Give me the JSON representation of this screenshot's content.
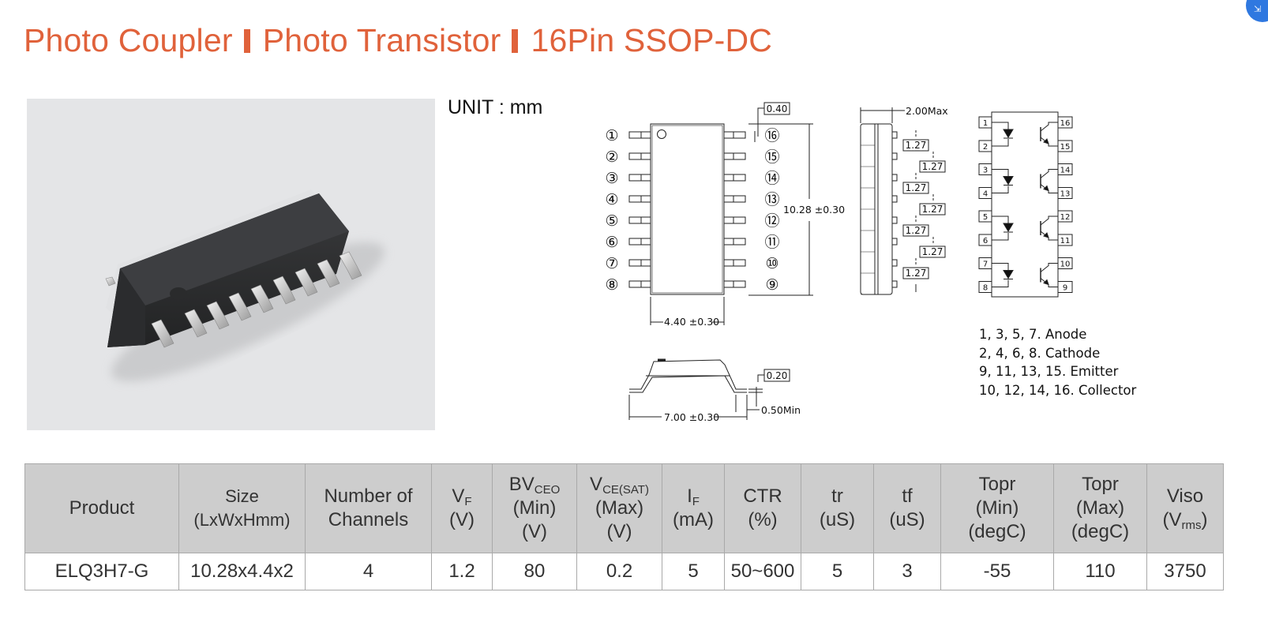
{
  "page": {
    "title_parts": [
      "Photo Coupler",
      "Photo Transistor",
      "16Pin SSOP-DC"
    ]
  },
  "drawing": {
    "unit_label": "UNIT : mm",
    "pins_left": [
      "①",
      "②",
      "③",
      "④",
      "⑤",
      "⑥",
      "⑦",
      "⑧"
    ],
    "pins_right": [
      "⑯",
      "⑮",
      "⑭",
      "⑬",
      "⑫",
      "⑪",
      "⑩",
      "⑨"
    ],
    "dim_lead_width": "0.40",
    "dim_length": "10.28 ±0.30",
    "dim_body_width": "4.40 ±0.30",
    "dim_height": "2.00Max",
    "dim_pitch": "1.27",
    "dim_lead_thickness": "0.20",
    "dim_overall_width": "7.00 ±0.30",
    "dim_lead_length": "0.50Min",
    "schematic_pins_left": [
      "1",
      "2",
      "3",
      "4",
      "5",
      "6",
      "7",
      "8"
    ],
    "schematic_pins_right": [
      "16",
      "15",
      "14",
      "13",
      "12",
      "11",
      "10",
      "9"
    ]
  },
  "legend": [
    "1, 3, 5, 7. Anode",
    "2, 4, 6, 8. Cathode",
    "9, 11, 13, 15. Emitter",
    "10, 12, 14, 16. Collector"
  ],
  "table": {
    "headers": {
      "product": "Product",
      "size": "Size",
      "size_unit": "(LxWxHmm)",
      "channels_1": "Number of",
      "channels_2": "Channels",
      "vf": "V",
      "vf_sub": "F",
      "vf_unit": "(V)",
      "bv": "BV",
      "bv_sub": "CEO",
      "bv_min": "(Min)",
      "bv_unit": "(V)",
      "vce": "V",
      "vce_sub": "CE(SAT)",
      "vce_max": "(Max)",
      "vce_unit": "(V)",
      "if": "I",
      "if_sub": "F",
      "if_unit": "(mA)",
      "ctr": "CTR",
      "ctr_unit": "(%)",
      "tr": "tr",
      "tr_unit": "(uS)",
      "tf": "tf",
      "tf_unit": "(uS)",
      "topr_min_1": "Topr",
      "topr_min_2": "(Min)",
      "topr_min_3": "(degC)",
      "topr_max_1": "Topr",
      "topr_max_2": "(Max)",
      "topr_max_3": "(degC)",
      "viso": "Viso",
      "viso_unit_open": "(V",
      "viso_unit_sub": "rms",
      "viso_unit_close": ")"
    },
    "row": [
      "ELQ3H7-G",
      "10.28x4.4x2",
      "4",
      "1.2",
      "80",
      "0.2",
      "5",
      "50~600",
      "5",
      "3",
      "-55",
      "110",
      "3750"
    ]
  }
}
